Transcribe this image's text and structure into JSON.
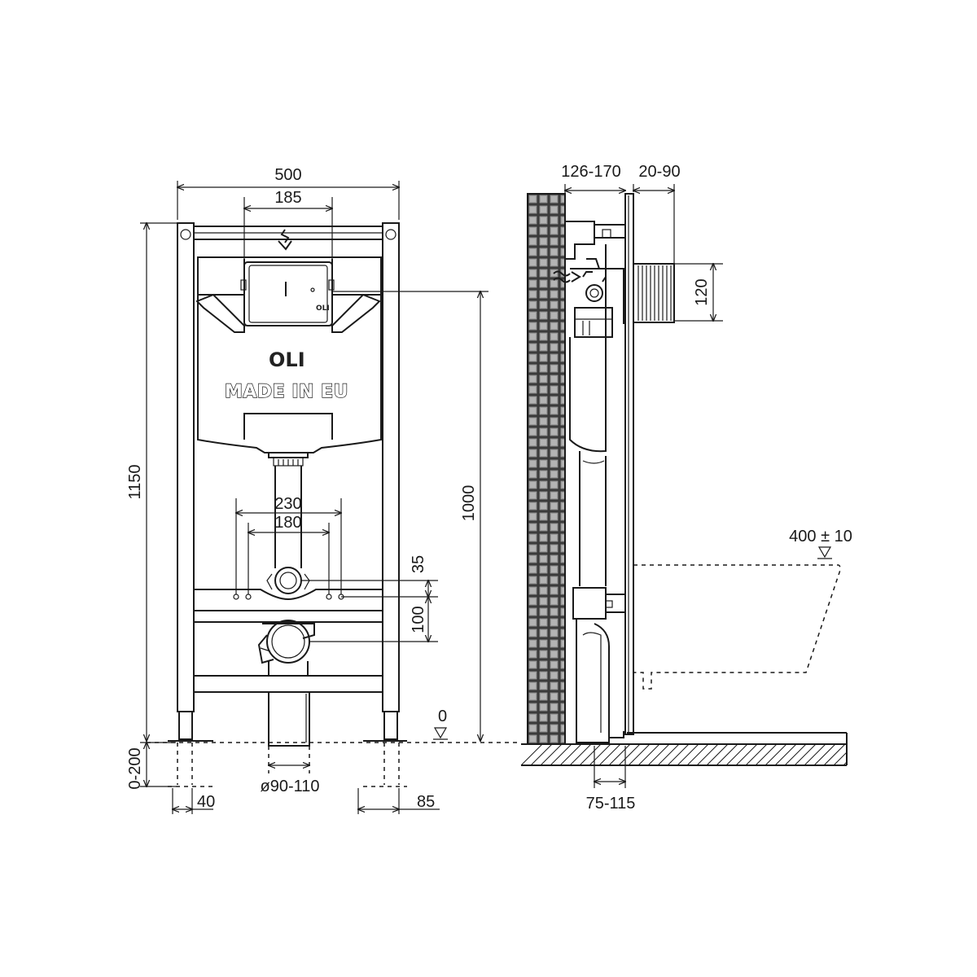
{
  "brand": {
    "logo": "OLI",
    "made_in": "MADE IN EU",
    "button_logo": "OLI"
  },
  "front_view": {
    "width": "500",
    "button_width": "185",
    "height": "1150",
    "outlet_spacing_outer": "230",
    "outlet_spacing_inner": "180",
    "offset_35": "35",
    "offset_100": "100",
    "height_to_floor": "1000",
    "leg_extension": "0-200",
    "foot_offset": "40",
    "drain_diameter": "ø90-110",
    "foot_width": "85",
    "floor_level": "0"
  },
  "side_view": {
    "frame_depth": "126-170",
    "wall_thickness": "20-90",
    "flush_box": "120",
    "bowl_height": "400 ± 10",
    "drain_offset": "75-115"
  },
  "icons": [
    "water-inlet-arrow-icon",
    "water-inlet-wave-icon",
    "level-triangle-icon"
  ]
}
